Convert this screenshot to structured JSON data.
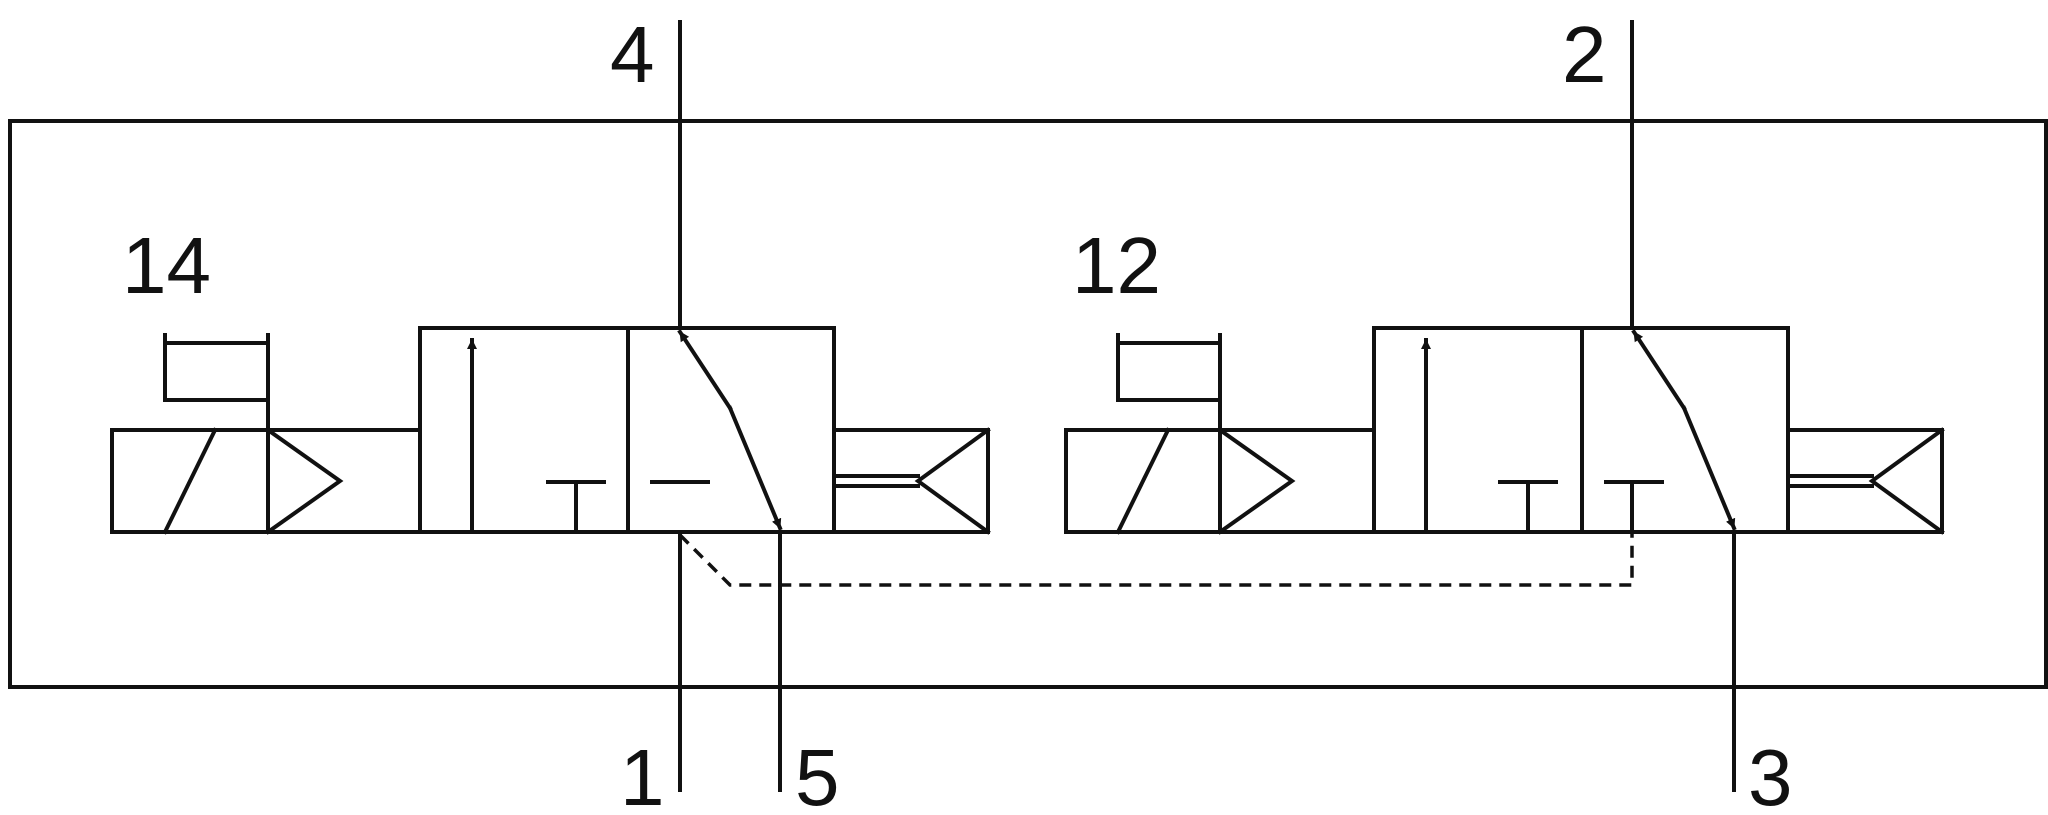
{
  "diagram": {
    "ports": {
      "port_4": "4",
      "port_2": "2",
      "port_1": "1",
      "port_5": "5",
      "port_3": "3"
    },
    "pilots": {
      "pilot_14": "14",
      "pilot_12": "12"
    }
  }
}
